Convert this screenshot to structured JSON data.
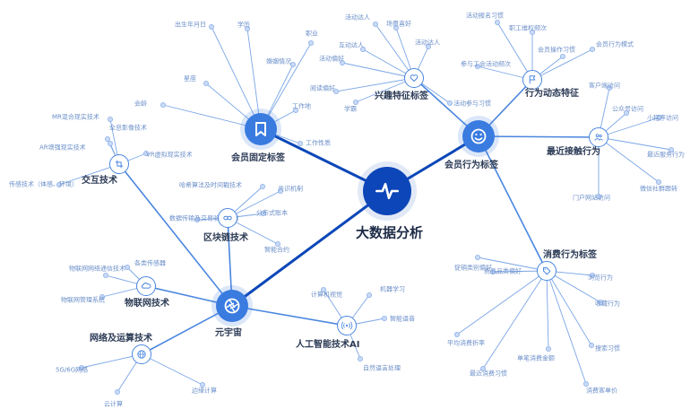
{
  "center": {
    "title": "大数据分析",
    "icon": "pulse-icon"
  },
  "hubs": {
    "member_profile": {
      "title": "会员固定标签",
      "icon": "bookmark-icon",
      "leaves": [
        "出生年月日",
        "学历",
        "职业",
        "婚姻情况",
        "星座",
        "会龄",
        "工作地",
        "工作性质"
      ]
    },
    "member_behavior": {
      "title": "会员行为标签",
      "icon": "smiley-icon",
      "groups": {
        "interest": {
          "title": "兴趣特征标签",
          "icon": "heart-icon",
          "leaves": [
            "活动达人",
            "场景喜好",
            "互动达人",
            "活动达人",
            "活动偏好",
            "阅读偏好",
            "学霸",
            "活动参与习惯"
          ]
        },
        "action": {
          "title": "行为动态特征",
          "icon": "flag-icon",
          "leaves": [
            "活动报名习惯",
            "职工维权频次",
            "会员操作习惯",
            "会员行为模式",
            "参与工会活动频次"
          ]
        },
        "contact": {
          "title": "最近接触行为",
          "icon": "people-icon",
          "leaves": [
            "客户端访问",
            "公众号访问",
            "小程序访问",
            "最近服务行为",
            "微信社群跟转",
            "门户网站访问"
          ]
        },
        "consume": {
          "title": "消费行为标签",
          "icon": "tag-icon",
          "leaves": [
            "促销类别偏好",
            "商品品类偏好",
            "浏览行为",
            "收藏行为",
            "平均消费折率",
            "单笔消费金额",
            "搜索习惯",
            "最近消费习惯",
            "消费客单价"
          ]
        }
      }
    },
    "metaverse": {
      "title": "元宇宙",
      "icon": "aperture-icon",
      "groups": {
        "interaction": {
          "title": "交互技术",
          "icon": "crop-icon",
          "leaves": [
            "MR混合现实技术",
            "AR增强现实技术",
            "全息影像技术",
            "VR虚拟现实技术",
            "传感技术（体感、环境）"
          ]
        },
        "blockchain": {
          "title": "区块链技术",
          "icon": "link-icon",
          "leaves": [
            "哈希算法及时间戳技术",
            "共识机制",
            "分布式账本",
            "数据传输及交易验证机制",
            "智能合约"
          ]
        },
        "iot": {
          "title": "物联网技术",
          "icon": "cloud-icon",
          "leaves": [
            "各类传感器",
            "物联网网络通信技术",
            "物联网管理系统"
          ]
        },
        "ai": {
          "title": "人工智能技术AI",
          "icon": "broadcast-icon",
          "leaves": [
            "计算机视觉",
            "机器学习",
            "智能语音",
            "自然语言处理"
          ]
        },
        "network": {
          "title": "网络及运算技术",
          "icon": "globe-icon",
          "leaves": [
            "5G/6G网络",
            "云计算",
            "边缘计算"
          ]
        }
      }
    }
  }
}
